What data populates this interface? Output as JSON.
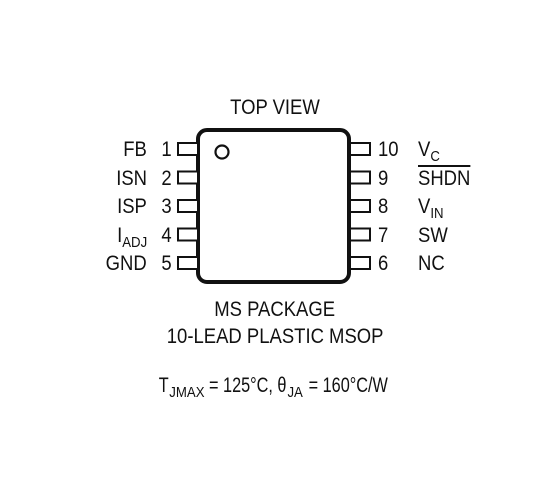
{
  "diagram": {
    "title": "TOP VIEW",
    "package_line1": "MS PACKAGE",
    "package_line2": "10-LEAD PLASTIC MSOP",
    "thermal": {
      "t_prefix": "T",
      "t_sub": "JMAX",
      "t_value": " = 125°C, ",
      "theta": "θ",
      "theta_sub": "JA",
      "theta_value": " = 160°C/W"
    },
    "left_pins": [
      {
        "number": "1",
        "name": "FB",
        "sub": ""
      },
      {
        "number": "2",
        "name": "ISN",
        "sub": ""
      },
      {
        "number": "3",
        "name": "ISP",
        "sub": ""
      },
      {
        "number": "4",
        "name": "I",
        "sub": "ADJ"
      },
      {
        "number": "5",
        "name": "GND",
        "sub": ""
      }
    ],
    "right_pins": [
      {
        "number": "10",
        "name": "V",
        "sub": "C",
        "overbar": false
      },
      {
        "number": "9",
        "name": "SHDN",
        "sub": "",
        "overbar": true
      },
      {
        "number": "8",
        "name": "V",
        "sub": "IN",
        "overbar": false
      },
      {
        "number": "7",
        "name": "SW",
        "sub": "",
        "overbar": false
      },
      {
        "number": "6",
        "name": "NC",
        "sub": "",
        "overbar": false
      }
    ]
  }
}
